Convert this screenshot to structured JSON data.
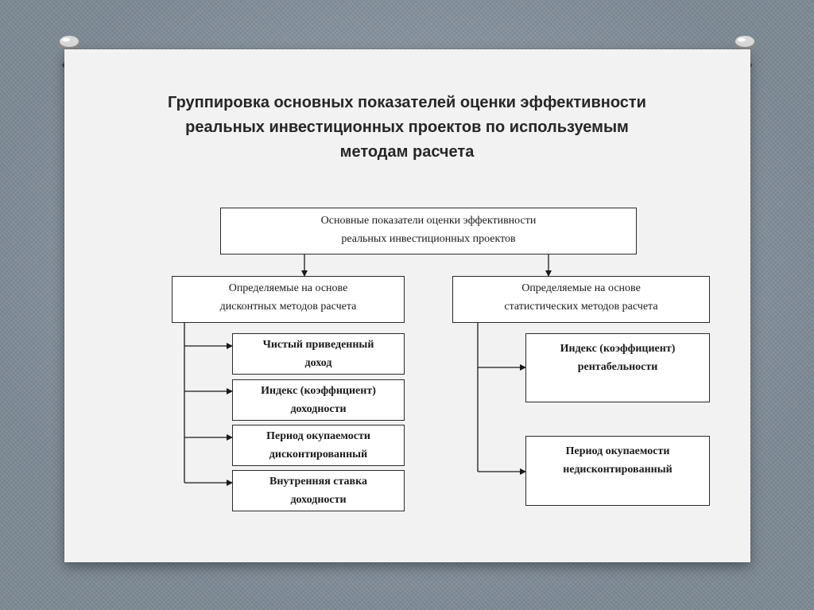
{
  "title": {
    "lines": [
      "Группировка основных показателей оценки эффективности",
      "реальных инвестиционных проектов по используемым",
      "методам расчета"
    ]
  },
  "diagram": {
    "root": {
      "lines": [
        "Основные  показатели  оценки  эффективности",
        "реальных  инвестиционных  проектов"
      ]
    },
    "branches": [
      {
        "lines": [
          "Определяемые на основе",
          "дисконтных методов расчета"
        ],
        "children": [
          {
            "lines": [
              "Чистый приведенный",
              "доход"
            ]
          },
          {
            "lines": [
              "Индекс (коэффициент)",
              "доходности"
            ]
          },
          {
            "lines": [
              "Период окупаемости",
              "дисконтированный"
            ]
          },
          {
            "lines": [
              "Внутренняя ставка",
              "доходности"
            ]
          }
        ]
      },
      {
        "lines": [
          "Определяемые на основе",
          "статистических методов расчета"
        ],
        "children": [
          {
            "lines": [
              "Индекс (коэффициент)",
              "рентабельности"
            ]
          },
          {
            "lines": [
              "Период окупаемости",
              "недисконтированный"
            ]
          }
        ]
      }
    ]
  }
}
